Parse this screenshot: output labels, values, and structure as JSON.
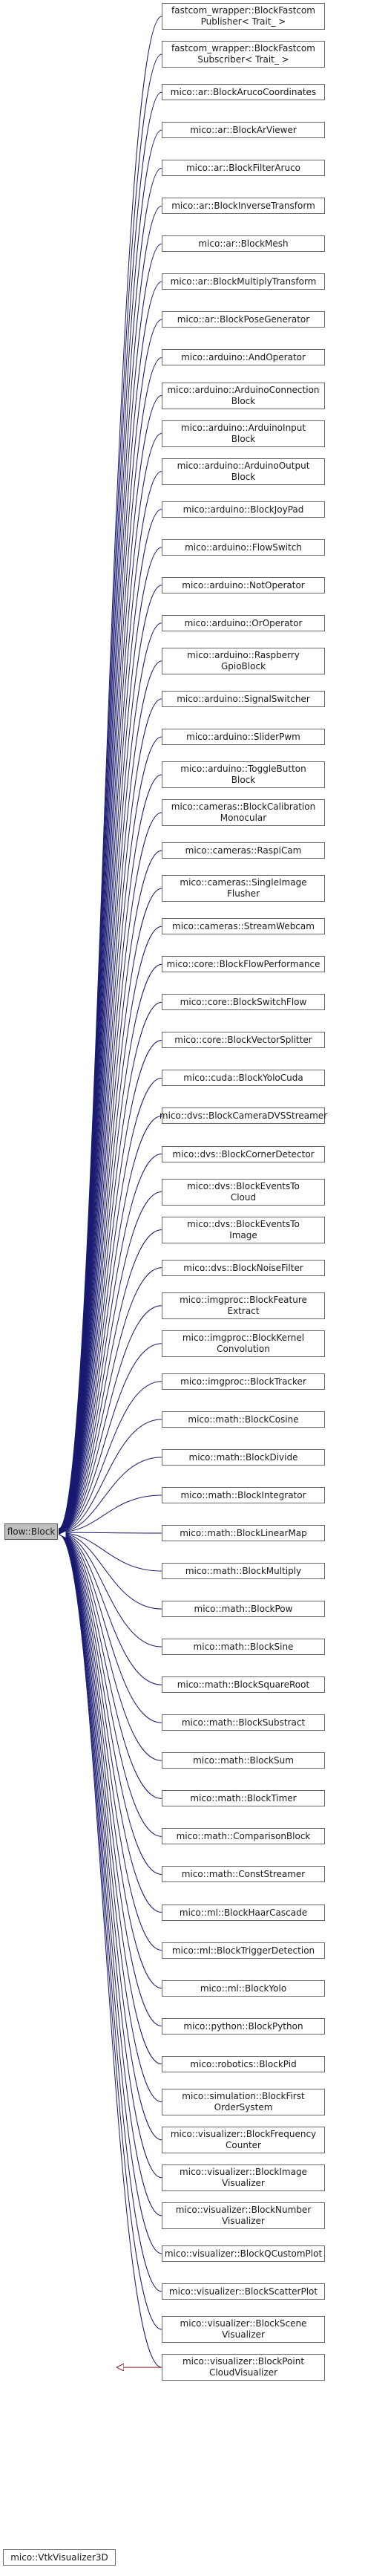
{
  "diagram": {
    "base": {
      "label": "flow::Block"
    },
    "secondary_base": {
      "label": "mico::VtkVisualizer3D"
    },
    "children": [
      "fastcom_wrapper::BlockFastcom\nPublisher< Trait_ >",
      "fastcom_wrapper::BlockFastcom\nSubscriber< Trait_ >",
      "mico::ar::BlockArucoCoordinates",
      "mico::ar::BlockArViewer",
      "mico::ar::BlockFilterAruco",
      "mico::ar::BlockInverseTransform",
      "mico::ar::BlockMesh",
      "mico::ar::BlockMultiplyTransform",
      "mico::ar::BlockPoseGenerator",
      "mico::arduino::AndOperator",
      "mico::arduino::ArduinoConnection\nBlock",
      "mico::arduino::ArduinoInput\nBlock",
      "mico::arduino::ArduinoOutput\nBlock",
      "mico::arduino::BlockJoyPad",
      "mico::arduino::FlowSwitch",
      "mico::arduino::NotOperator",
      "mico::arduino::OrOperator",
      "mico::arduino::Raspberry\nGpioBlock",
      "mico::arduino::SignalSwitcher",
      "mico::arduino::SliderPwm",
      "mico::arduino::ToggleButton\nBlock",
      "mico::cameras::BlockCalibration\nMonocular",
      "mico::cameras::RaspiCam",
      "mico::cameras::SingleImage\nFlusher",
      "mico::cameras::StreamWebcam",
      "mico::core::BlockFlowPerformance",
      "mico::core::BlockSwitchFlow",
      "mico::core::BlockVectorSplitter",
      "mico::cuda::BlockYoloCuda",
      "mico::dvs::BlockCameraDVSStreamer",
      "mico::dvs::BlockCornerDetector",
      "mico::dvs::BlockEventsTo\nCloud",
      "mico::dvs::BlockEventsTo\nImage",
      "mico::dvs::BlockNoiseFilter",
      "mico::imgproc::BlockFeature\nExtract",
      "mico::imgproc::BlockKernel\nConvolution",
      "mico::imgproc::BlockTracker",
      "mico::math::BlockCosine",
      "mico::math::BlockDivide",
      "mico::math::BlockIntegrator",
      "mico::math::BlockLinearMap",
      "mico::math::BlockMultiply",
      "mico::math::BlockPow",
      "mico::math::BlockSine",
      "mico::math::BlockSquareRoot",
      "mico::math::BlockSubstract",
      "mico::math::BlockSum",
      "mico::math::BlockTimer",
      "mico::math::ComparisonBlock",
      "mico::math::ConstStreamer",
      "mico::ml::BlockHaarCascade",
      "mico::ml::BlockTriggerDetection",
      "mico::ml::BlockYolo",
      "mico::python::BlockPython",
      "mico::robotics::BlockPid",
      "mico::simulation::BlockFirst\nOrderSystem",
      "mico::visualizer::BlockFrequency\nCounter",
      "mico::visualizer::BlockImage\nVisualizer",
      "mico::visualizer::BlockNumber\nVisualizer",
      "mico::visualizer::BlockQCustomPlot",
      "mico::visualizer::BlockScatterPlot",
      "mico::visualizer::BlockScene\nVisualizer",
      "mico::visualizer::BlockPoint\nCloudVisualizer"
    ],
    "colors": {
      "inheritance_edge": "#191970",
      "secondary_edge": "#8b1a1a",
      "base_fill": "#bfbfbf",
      "node_border": "#6a6a6a"
    }
  }
}
